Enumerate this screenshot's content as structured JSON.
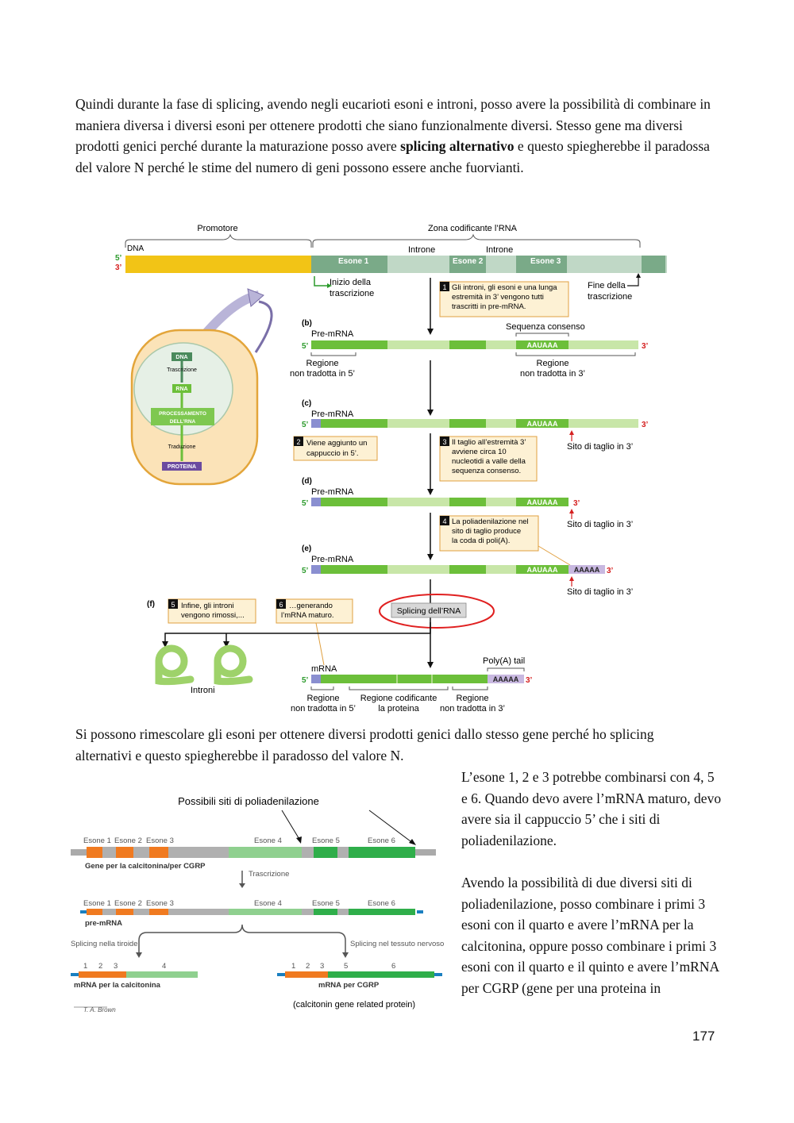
{
  "text": {
    "p1_a": "Quindi durante la fase di splicing, avendo negli eucarioti esoni e introni, posso avere la possibilità di combinare in maniera diversa i diversi esoni per ottenere prodotti che siano funzionalmente diversi. Stesso gene ma diversi prodotti genici perché durante la maturazione posso avere ",
    "p1_bold": "splicing alternativo",
    "p1_b": " e questo spiegherebbe il paradossa del valore N perché le stime del numero di geni possono essere anche fuorvianti.",
    "p2": "Si possono rimescolare gli esoni per ottenere diversi prodotti genici dallo stesso gene perché ho splicing alternativi e questo spiegherebbe il paradosso del valore N.",
    "p3": " L’esone 1, 2 e 3 potrebbe combinarsi con 4, 5 e 6. Quando devo avere l’mRNA maturo, devo avere sia il cappuccio 5’ che i siti di poliadenilazione.",
    "p4": "Avendo la possibilità di due diversi siti di poliadenilazione, posso combinare i primi 3 esoni con il quarto e avere l’mRNA per la calcitonina, oppure posso combinare i primi 3 esoni con il quarto e il quinto e avere l’mRNA per CGRP (gene per una proteina in",
    "page_number": "177"
  },
  "fig1": {
    "promotore": "Promotore",
    "zona": "Zona codificante l’RNA",
    "dna": "DNA",
    "introne1": "Introne",
    "introne2": "Introne",
    "p5": "5’",
    "p3": "3’",
    "esone1": "Esone 1",
    "esone2": "Esone 2",
    "esone3": "Esone 3",
    "inizio": [
      "Inizio della",
      "trascrizione"
    ],
    "fine": [
      "Fine della",
      "trascrizione"
    ],
    "step1_num": "1",
    "step1": [
      "Gli introni, gli esoni e una lunga",
      "estremità in 3’ vengono tutti",
      "trascritti in pre-mRNA."
    ],
    "b": "(b)",
    "c": "(c)",
    "d": "(d)",
    "e": "(e)",
    "f": "(f)",
    "premrna": "Pre-mRNA",
    "sequenza_consenso": "Sequenza consenso",
    "aauaaa": "AAUAAA",
    "reg5": [
      "Regione",
      "non tradotta in 5’"
    ],
    "reg3": [
      "Regione",
      "non tradotta in 3’"
    ],
    "regcod": [
      "Regione codificante",
      "la proteina"
    ],
    "step2_num": "2",
    "step2": [
      "Viene aggiunto un",
      "cappuccio in 5’."
    ],
    "step3_num": "3",
    "step3": [
      "Il taglio all’estremità 3’",
      "avviene circa 10",
      "nucleotidi a valle della",
      "sequenza consenso."
    ],
    "sito": "Sito di taglio in 3’",
    "step4_num": "4",
    "step4": [
      "La poliadenilazione nel",
      "sito di taglio produce",
      "la coda di poli(A)."
    ],
    "aaaaa": "AAAAA",
    "step5_num": "5",
    "step5": [
      "Infine, gli introni",
      "vengono rimossi,..."
    ],
    "step6_num": "6",
    "step6": [
      "…generando",
      "l’mRNA maturo."
    ],
    "splicing": "Splicing dell’RNA",
    "introni": "Introni",
    "mrna": "mRNA",
    "polyA": "Poly(A) tail",
    "cell_dna": "DNA",
    "cell_trascrizione": "Trascrizione",
    "cell_rna": "RNA",
    "cell_proc": [
      "PROCESSAMENTO",
      "DELL’RNA"
    ],
    "cell_traduzione": "Traduzione",
    "cell_proteina": "PROTEINA"
  },
  "fig2": {
    "title": "Possibili siti di poliadenilazione",
    "esone1": "Esone 1",
    "esone2": "Esone 2",
    "esone3": "Esone 3",
    "esone4": "Esone 4",
    "esone5": "Esone 5",
    "esone6": "Esone 6",
    "gene": "Gene per la calcitonina/per CGRP",
    "trascrizione": "Trascrizione",
    "premrna": "pre-mRNA",
    "split_tiroide": "Splicing nella tiroide",
    "split_nervoso": "Splicing nel tessuto nervoso",
    "n1": "1",
    "n2": "2",
    "n3": "3",
    "n4": "4",
    "n5": "5",
    "n6": "6",
    "mrna_calc": "mRNA per la calcitonina",
    "mrna_cgrp": "mRNA per CGRP",
    "cgrp_note": "(calcitonin gene related protein)",
    "credit": "T. A. Brown"
  }
}
